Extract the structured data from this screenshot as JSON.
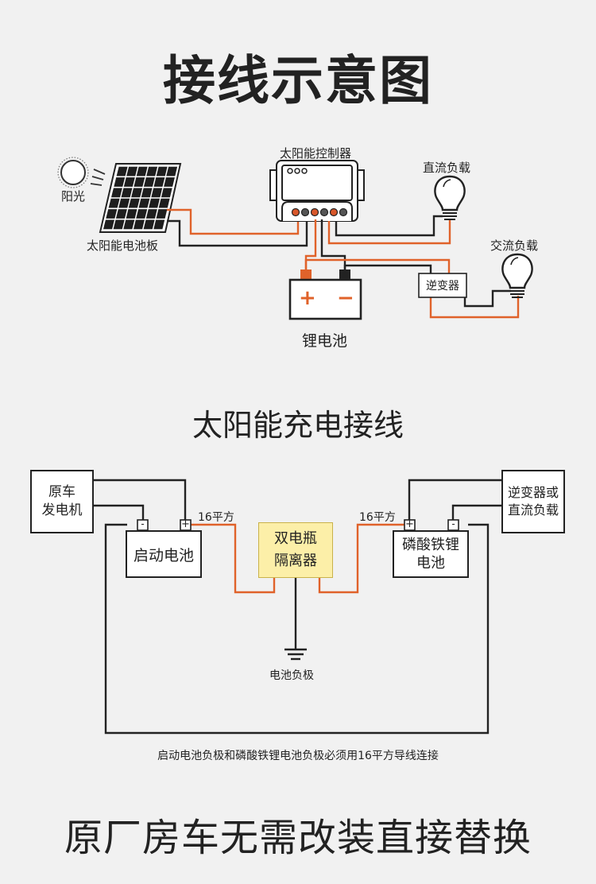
{
  "title": "接线示意图",
  "top_diagram": {
    "sun_label": "阳光",
    "panel_label": "太阳能电池板",
    "controller_label": "太阳能控制器",
    "dc_load_label": "直流负载",
    "ac_load_label": "交流负载",
    "inverter_label": "逆变器",
    "battery_label": "锂电池",
    "battery_plus": "+",
    "battery_minus": "−"
  },
  "subtitle": "太阳能充电接线",
  "bottom_diagram": {
    "alternator_label": "原车\n发电机",
    "start_battery_label": "启动电池",
    "isolator_label": "双电瓶\n隔离器",
    "lfp_battery_label": "磷酸铁锂\n电池",
    "inverter_dc_label": "逆变器或\n直流负载",
    "wire_left_label": "16平方",
    "wire_right_label": "16平方",
    "ground_label": "电池负极",
    "terminal_minus": "-",
    "terminal_plus": "+",
    "note": "启动电池负极和磷酸铁锂电池负极必须用16平方导线连接"
  },
  "footer": "原厂房车无需改装直接替换",
  "colors": {
    "wire_orange": "#e0622a",
    "wire_black": "#222222",
    "isolator_fill": "#fcefa8"
  }
}
